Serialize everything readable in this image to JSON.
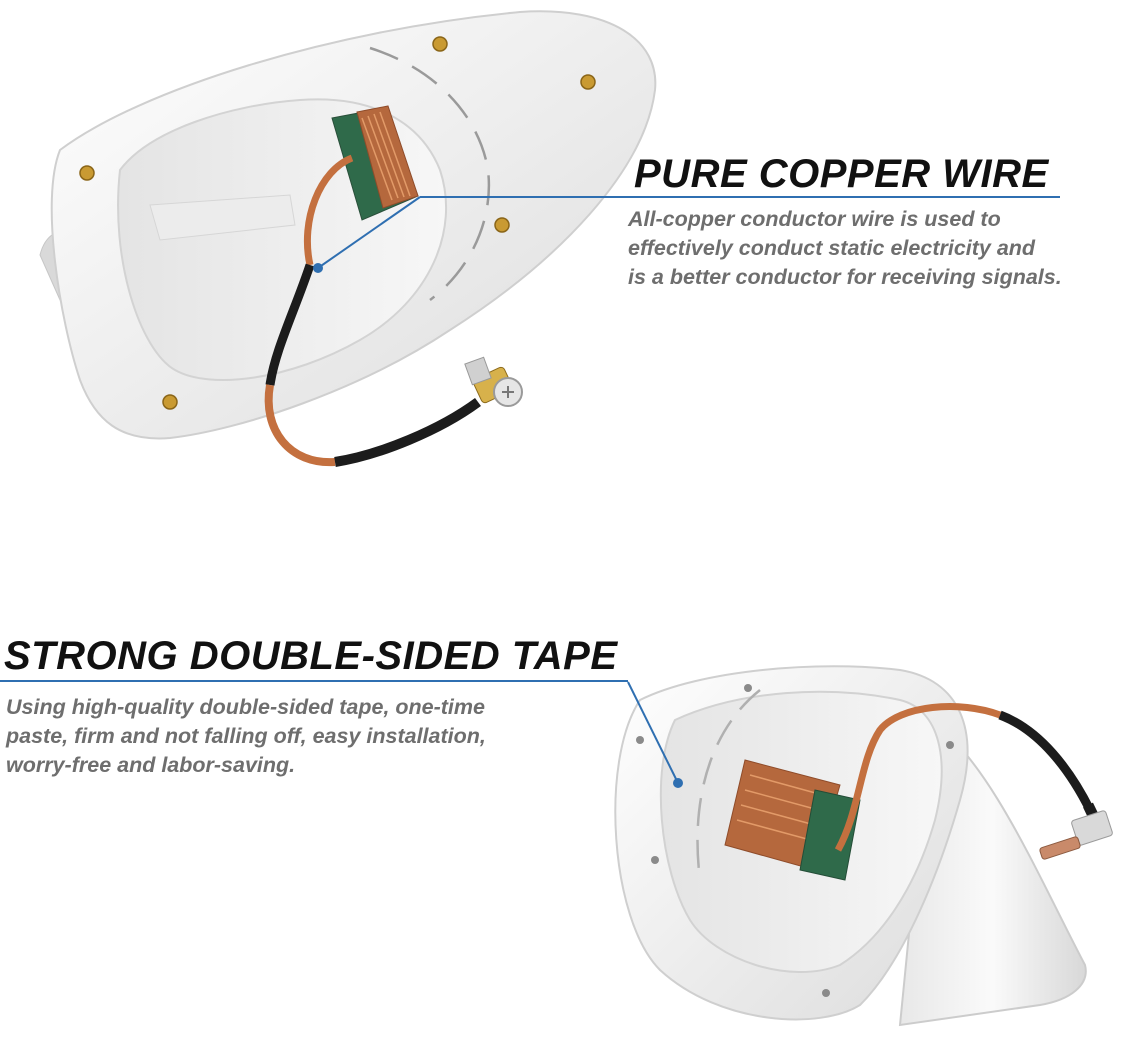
{
  "sections": [
    {
      "title": "PURE COPPER WIRE",
      "description_lines": [
        "All-copper conductor wire is used to",
        "effectively conduct static electricity and",
        "is a better conductor for receiving signals."
      ]
    },
    {
      "title": "STRONG DOUBLE-SIDED TAPE",
      "description_lines": [
        "Using high-quality double-sided tape, one-time",
        "paste, firm and not falling off, easy installation,",
        "worry-free and labor-saving."
      ]
    }
  ],
  "colors": {
    "title": "#111111",
    "description": "#6e6e6e",
    "callout_line": "#2f6fb1",
    "antenna_body": "#f4f4f4",
    "copper": "#c4703f"
  }
}
